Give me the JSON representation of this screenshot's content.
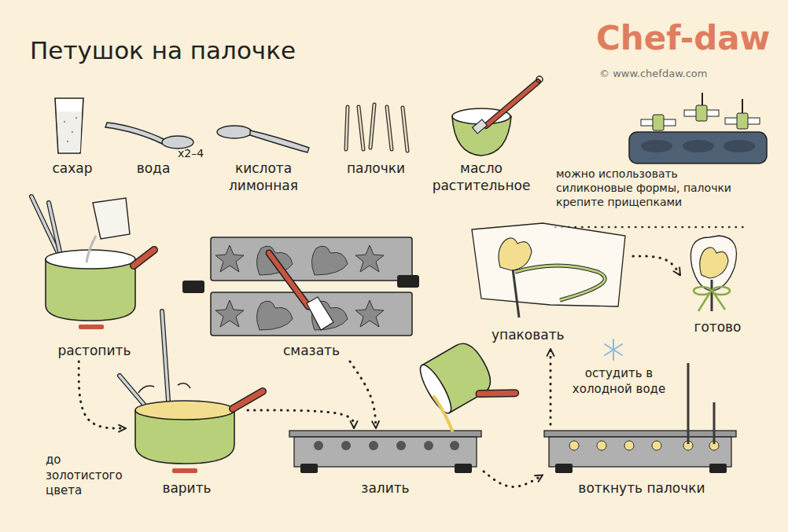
{
  "diagram": {
    "title": "Петушок на палочке",
    "nodes": [
      {
        "text": [
          "растопить"
        ]
      },
      {
        "text": [
          "варить"
        ]
      },
      {
        "text": [
          "смазать"
        ]
      },
      {
        "text": [
          "залить"
        ]
      },
      {
        "text": [
          "воткнуть палочки"
        ]
      },
      {
        "text": [
          "упаковать"
        ]
      },
      {
        "text": [
          "готово"
        ]
      }
    ],
    "edges": [
      {
        "from": 0,
        "to": 1,
        "arrow": "to"
      },
      {
        "from": 1,
        "to": 3,
        "arrow": "to"
      },
      {
        "from": 2,
        "to": 3,
        "arrow": "to"
      },
      {
        "from": 3,
        "to": 4,
        "arrow": "to"
      },
      {
        "from": 4,
        "to": 5,
        "arrow": "to"
      },
      {
        "from": 5,
        "to": 6,
        "arrow": "to"
      }
    ],
    "labels": [
      "Chef-daw",
      "© www.chefdaw.com",
      "сахар",
      "вода",
      "x2–4",
      "кислота лимонная",
      "палочки",
      "масло растительное",
      "можно использовать силиконовые формы, палочки крепите прищепками",
      "до золотистого цвета",
      "остудить в холодной воде"
    ]
  }
}
